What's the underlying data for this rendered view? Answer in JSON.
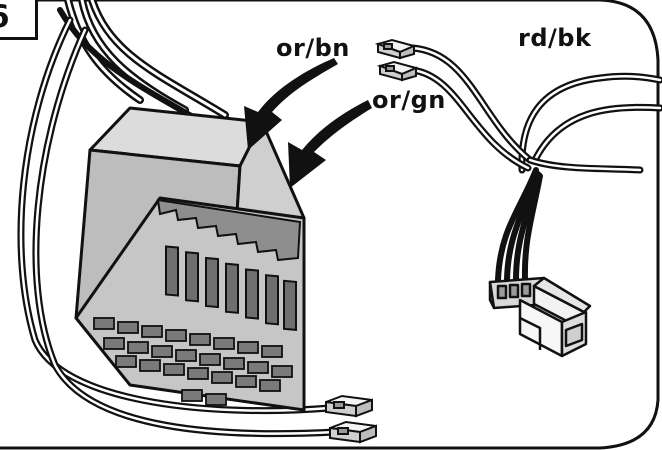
{
  "figure": {
    "step_number": "6",
    "wire_labels": {
      "orange_brown": "or/bn",
      "orange_green": "or/gn",
      "red_black": "rd/bk"
    },
    "colors": {
      "line": "#111111",
      "housing_front": "#c6c6c6",
      "housing_top": "#dcdcdc",
      "housing_side": "#a9a9a9",
      "socket": "#7a7a7a",
      "background": "#ffffff"
    }
  }
}
